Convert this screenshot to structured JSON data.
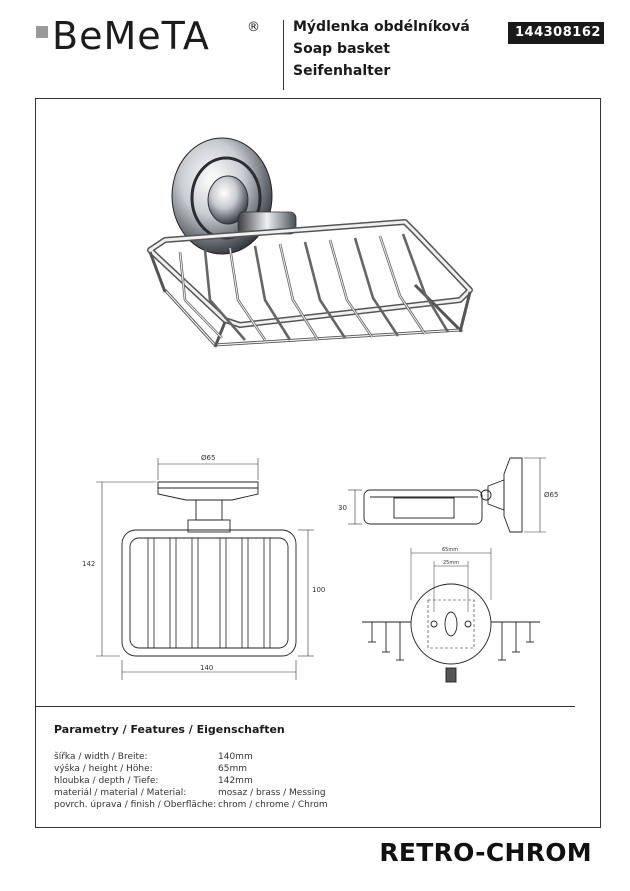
{
  "brand": {
    "name": "BeMeTA",
    "registered_mark": "®"
  },
  "product": {
    "titles": [
      "Mýdlenka obdélníková",
      "Soap basket",
      "Seifenhalter"
    ],
    "code": "144308162",
    "series": "RETRO-CHROM"
  },
  "drawing": {
    "front": {
      "width_label": "140",
      "height_label": "142",
      "basket_height_label": "100",
      "rosette_label": "Ø65"
    },
    "side": {
      "height_label": "30",
      "rosette_label": "Ø65"
    },
    "mount": {
      "outer_label": "65mm",
      "inner_label": "25mm"
    }
  },
  "params": {
    "heading": "Parametry / Features / Eigenschaften",
    "rows": [
      {
        "label": "šířka / width / Breite:",
        "value": "140mm"
      },
      {
        "label": "výška / height / Höhe:",
        "value": "65mm"
      },
      {
        "label": "hloubka / depth / Tiefe:",
        "value": "142mm"
      },
      {
        "label": "materiál / material / Material:",
        "value": "mosaz / brass / Messing"
      },
      {
        "label": "povrch. úprava / finish / Oberfläche:",
        "value": "chrom / chrome / Chrom"
      }
    ]
  }
}
